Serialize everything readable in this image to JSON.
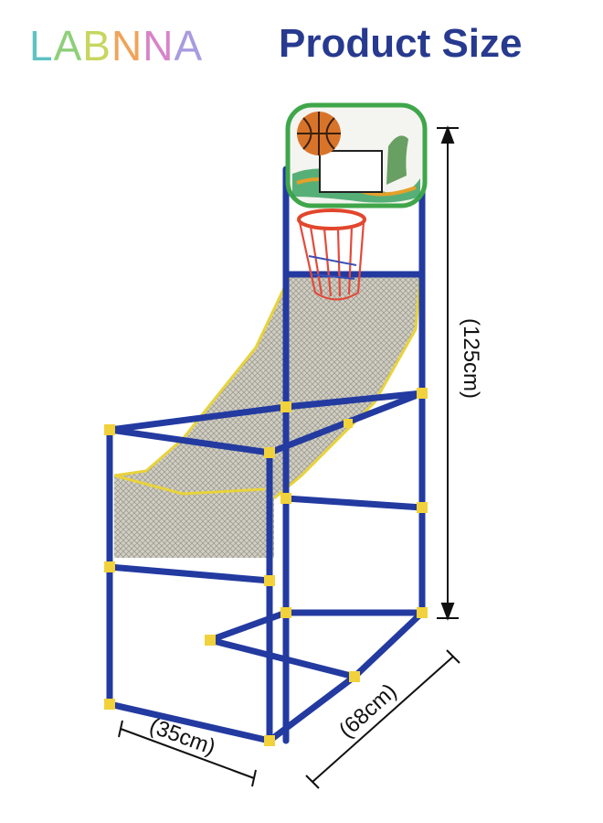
{
  "brand": {
    "letters": [
      "L",
      "A",
      "B",
      "N",
      "N",
      "A"
    ],
    "letter_colors": [
      "#5ec2c4",
      "#8fcf7a",
      "#c7d65f",
      "#f0a35a",
      "#d884c9",
      "#a99be0"
    ]
  },
  "header": {
    "title": "Product Size",
    "title_color": "#273a8f"
  },
  "dimensions": {
    "height": "(125cm)",
    "depth": "(68cm)",
    "width": "(35cm)"
  },
  "colors": {
    "frame": "#233aa0",
    "connector": "#f2d23c",
    "net": "#b9b6a6",
    "net_edge": "#e8d33a",
    "backboard_border": "#3fa64a",
    "rim": "#e2462c",
    "ball": "#d8742a"
  },
  "icons": [
    "basketball-icon"
  ]
}
